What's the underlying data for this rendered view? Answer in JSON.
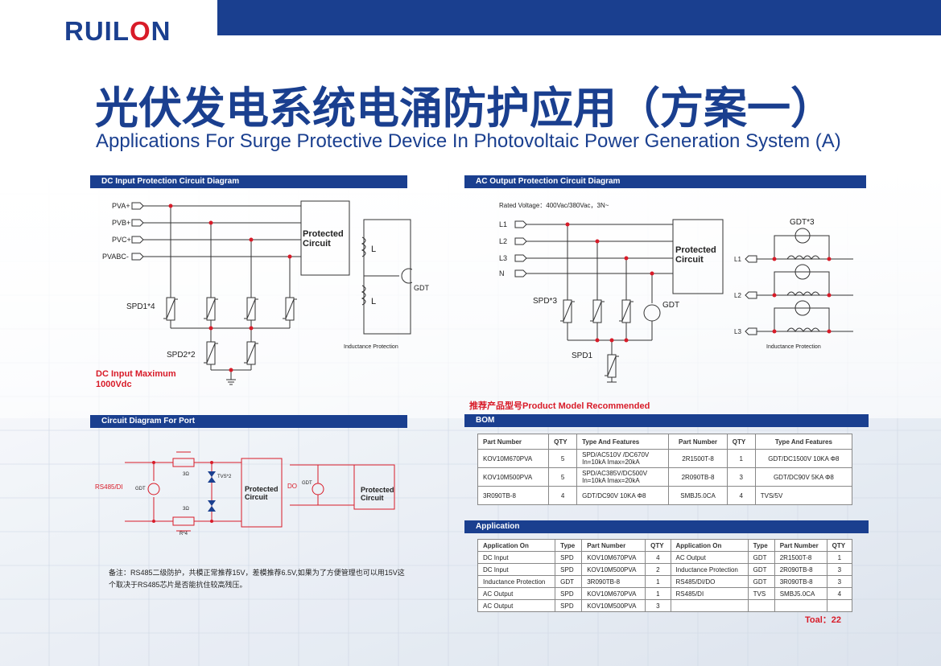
{
  "header": {
    "logo_left": "RUIL",
    "logo_mid": "O",
    "logo_right": "N"
  },
  "title_cn": "光伏发电系统电涌防护应用（方案一）",
  "title_en": "Applications For Surge Protective Device In Photovoltaic Power Generation System (A)",
  "dc_section": {
    "header": "DC Input Protection Circuit Diagram",
    "inputs": [
      "PVA+",
      "PVB+",
      "PVC+",
      "PVABC-"
    ],
    "protected": [
      "Protected",
      "Circuit"
    ],
    "spd1": "SPD1*4",
    "spd2": "SPD2*2",
    "inductor": "L",
    "gdt": "GDT",
    "inductance_label": "Inductance Protection",
    "note": [
      "DC Input Maximum",
      "1000Vdc"
    ]
  },
  "ac_section": {
    "header": "AC Output Protection Circuit Diagram",
    "rated": "Rated Voltage：400Vac/380Vac，3N~",
    "inputs": [
      "L1",
      "L2",
      "L3",
      "N"
    ],
    "protected": [
      "Protected",
      "Circuit"
    ],
    "spd3": "SPD*3",
    "spd1": "SPD1",
    "gdt": "GDT",
    "gdt3": "GDT*3",
    "outputs": [
      "L1",
      "L2",
      "L3"
    ],
    "inductance_label": "Inductance Protection"
  },
  "port_section": {
    "header": "Circuit Diagram For Port",
    "rs485": "RS485/DI",
    "gdt": "GDT",
    "r_top": "3Ω",
    "r_bottom": "3Ω",
    "tvs": "TVS*2",
    "rx4": "R*4",
    "protected": [
      "Protected",
      "Circuit"
    ],
    "do_label": "DO",
    "gdt2": "GDT",
    "protected2": [
      "Protected",
      "Circuit"
    ]
  },
  "remark": "备注：RS485二级防护，共模正常推荐15V，差模推荐6.5V,如果为了方便管理也可以用15V这个取决于RS485芯片是否能抗住较高残压。",
  "recommended": "推荐产品型号Product Model Recommended",
  "bom": {
    "header": "BOM",
    "columns": [
      "Part Number",
      "QTY",
      "Type And Features",
      "Part Number",
      "QTY",
      "Type And Features"
    ],
    "rows": [
      [
        "KOV10M670PVA",
        "5",
        "SPD/AC510V /DC670V",
        "In=10kA Imax=20kA",
        "2R1500T-8",
        "1",
        "GDT/DC1500V 10KA Φ8"
      ],
      [
        "KOV10M500PVA",
        "5",
        "SPD/AC385V/DC500V",
        "In=10kA Imax=20kA",
        "2R090TB-8",
        "3",
        "GDT/DC90V 5KA Φ8"
      ],
      [
        "3R090TB-8",
        "4",
        "GDT/DC90V 10KA Φ8",
        "",
        "SMBJ5.0CA",
        "4",
        "TVS/5V"
      ]
    ]
  },
  "application": {
    "header": "Application",
    "columns": [
      "Application On",
      "Type",
      "Part Number",
      "QTY",
      "Application On",
      "Type",
      "Part Number",
      "QTY"
    ],
    "rows": [
      [
        "DC Input",
        "SPD",
        "KOV10M670PVA",
        "4",
        "AC Output",
        "GDT",
        "2R1500T-8",
        "1"
      ],
      [
        "DC Input",
        "SPD",
        "KOV10M500PVA",
        "2",
        "Inductance Protection",
        "GDT",
        "2R090TB-8",
        "3"
      ],
      [
        "Inductance Protection",
        "GDT",
        "3R090TB-8",
        "1",
        "RS485/DI/DO",
        "GDT",
        "3R090TB-8",
        "3"
      ],
      [
        "AC Output",
        "SPD",
        "KOV10M670PVA",
        "1",
        "RS485/DI",
        "TVS",
        "SMBJ5.0CA",
        "4"
      ],
      [
        "AC Output",
        "SPD",
        "KOV10M500PVA",
        "3",
        "",
        "",
        "",
        ""
      ]
    ]
  },
  "total": "Toal：22",
  "colors": {
    "brand_blue": "#1a3f8f",
    "accent_red": "#d81b28"
  }
}
